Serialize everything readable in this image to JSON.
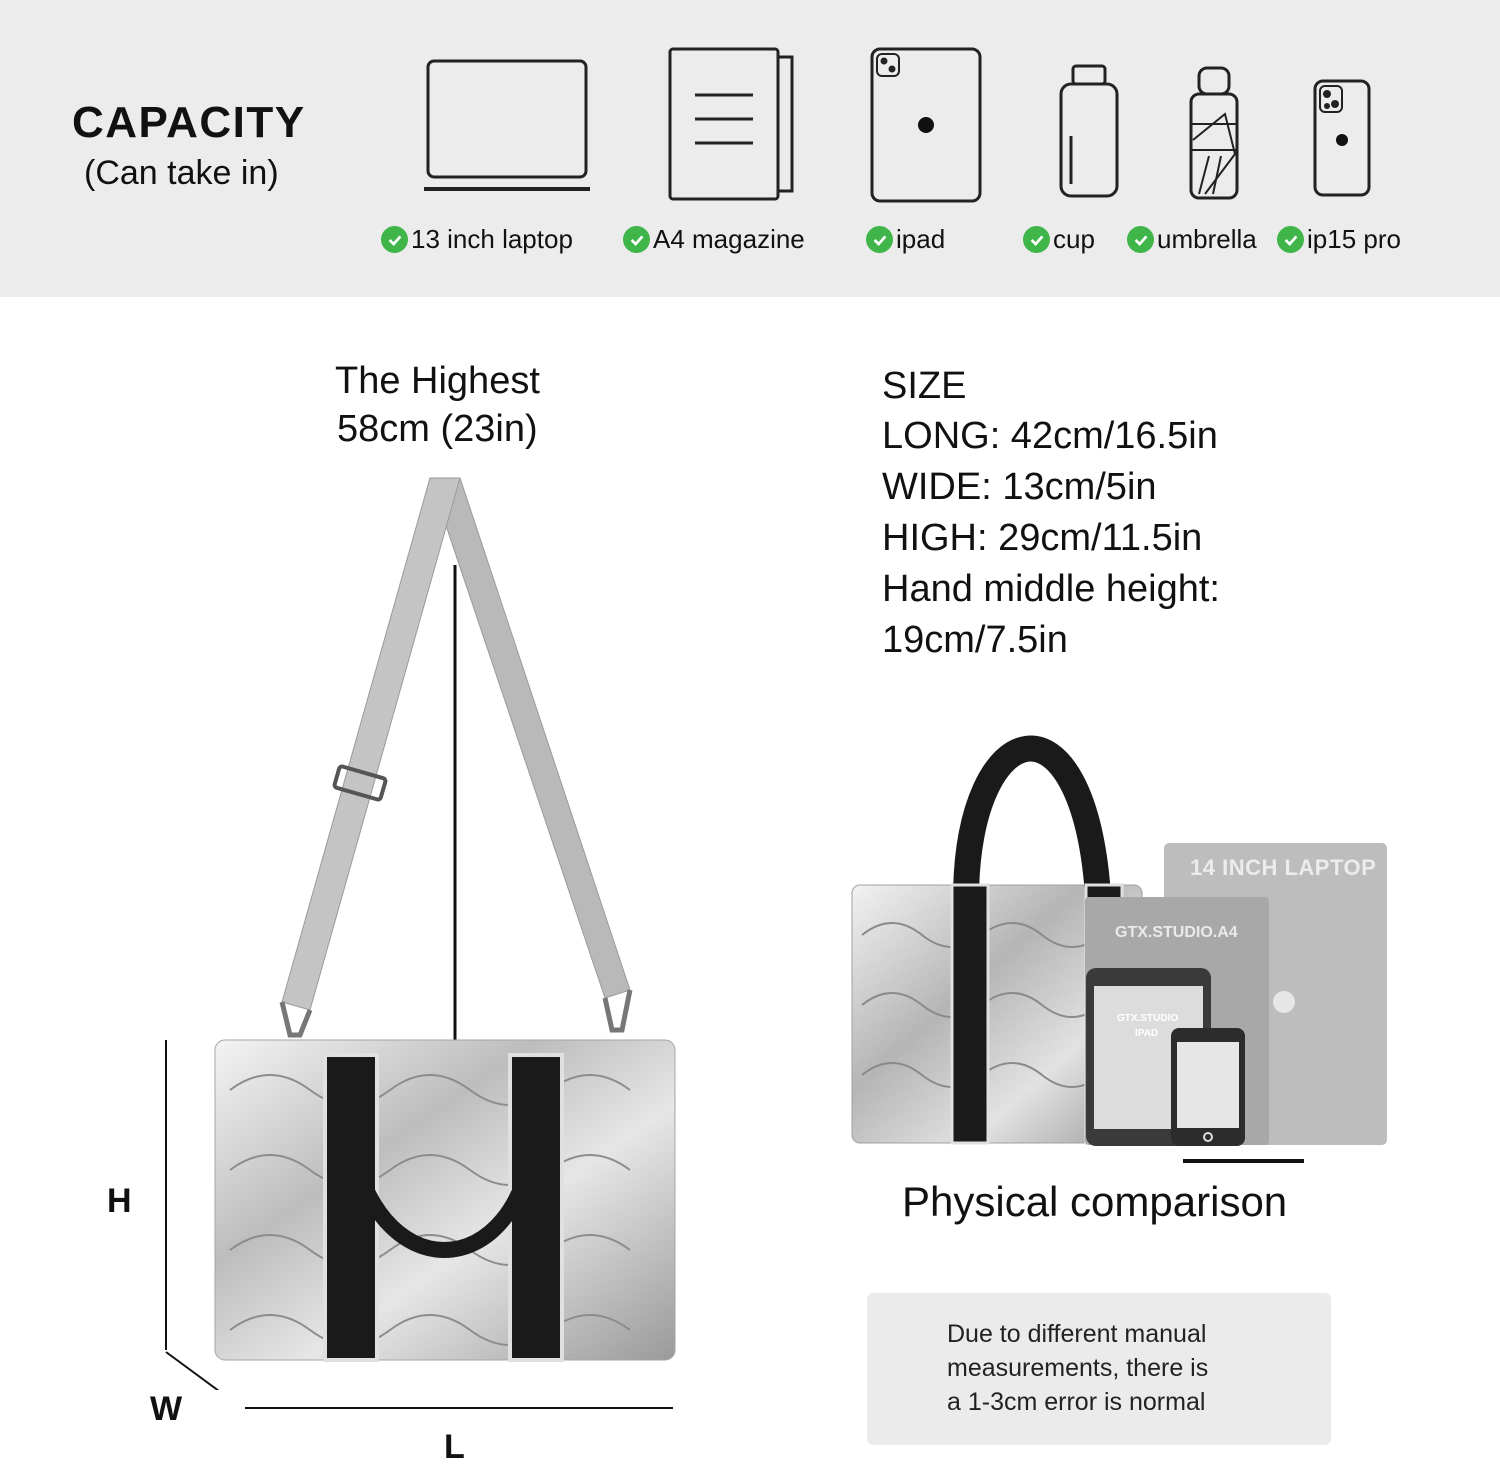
{
  "capacity": {
    "title": "CAPACITY",
    "subtitle": "(Can take in)",
    "check_color": "#3fb54a",
    "items": [
      {
        "label": "13 inch laptop",
        "icon": "laptop-icon"
      },
      {
        "label": "A4 magazine",
        "icon": "magazine-icon"
      },
      {
        "label": "ipad",
        "icon": "tablet-icon"
      },
      {
        "label": "cup",
        "icon": "bottle-icon"
      },
      {
        "label": "umbrella",
        "icon": "umbrella-icon"
      },
      {
        "label": "ip15 pro",
        "icon": "phone-icon"
      }
    ]
  },
  "highest": {
    "line1": "The Highest",
    "line2": "58cm (23in)"
  },
  "size": {
    "heading": "SIZE",
    "long": "LONG: 42cm/16.5in",
    "wide": "WIDE: 13cm/5in",
    "high": "HIGH: 29cm/11.5in",
    "hand_label": "Hand middle height:",
    "hand_value": "19cm/7.5in"
  },
  "dimensions": {
    "h": "H",
    "w": "W",
    "l": "L"
  },
  "comparison": {
    "label": "Physical comparison",
    "laptop_label": "14 INCH LAPTOP",
    "magazine_label": "GTX.STUDIO.A4",
    "ipad_label_1": "GTX.STUDIO",
    "ipad_label_2": "IPAD"
  },
  "note": {
    "line1": "Due to different manual",
    "line2": "measurements, there is",
    "line3": "a 1-3cm error is normal"
  }
}
